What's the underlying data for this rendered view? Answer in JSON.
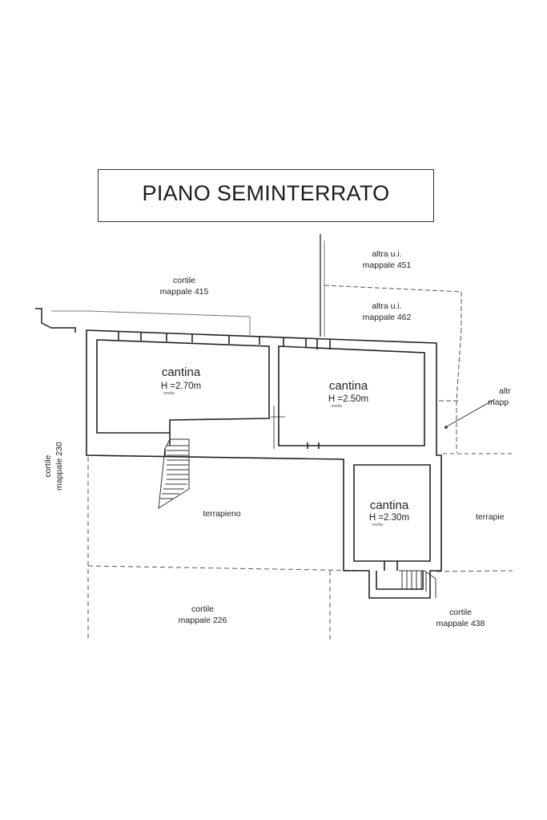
{
  "title": "PIANO SEMINTERRATO",
  "rooms": [
    {
      "name": "cantina",
      "height": "H =2.70m",
      "note": "media"
    },
    {
      "name": "cantina",
      "height": "H =2.50m",
      "note": "media"
    },
    {
      "name": "cantina",
      "height": "H =2.30m",
      "note": "media"
    }
  ],
  "labels": {
    "cortile_415": {
      "line1": "cortile",
      "line2": "mappale 415"
    },
    "altra_451": {
      "line1": "altra u.i.",
      "line2": "mappale 451"
    },
    "altra_462": {
      "line1": "altra u.i.",
      "line2": "mappale 462"
    },
    "altra_right": {
      "line1": "altr",
      "line2": "mapp"
    },
    "cortile_230": {
      "line1": "cortile",
      "line2": "mappale 230"
    },
    "terrapieno_center": "terrapieno",
    "terrapieno_right": "terrapie",
    "cortile_226": {
      "line1": "cortile",
      "line2": "mappale 226"
    },
    "cortile_438": {
      "line1": "cortile",
      "line2": "mappale 438"
    }
  }
}
